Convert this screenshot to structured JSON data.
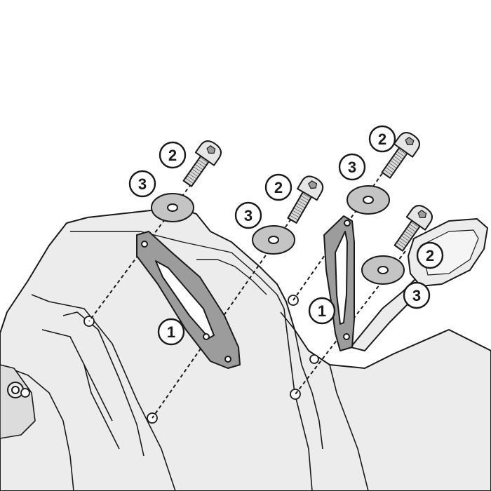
{
  "diagram": {
    "colors": {
      "outline": "#1a1a1a",
      "body": "#ececec",
      "bracket": "#9c9c9c",
      "washer": "#c4c4c4",
      "screw": "#d9d9d9",
      "background": "#ffffff"
    },
    "parts": {
      "bracket": "1",
      "screw": "2",
      "washer": "3"
    },
    "callouts": [
      {
        "id": "bracket-left",
        "label": "1"
      },
      {
        "id": "bracket-right",
        "label": "1"
      },
      {
        "id": "screw-1",
        "label": "2"
      },
      {
        "id": "screw-2",
        "label": "2"
      },
      {
        "id": "screw-3",
        "label": "2"
      },
      {
        "id": "screw-4",
        "label": "2"
      },
      {
        "id": "washer-1",
        "label": "3"
      },
      {
        "id": "washer-2",
        "label": "3"
      },
      {
        "id": "washer-3",
        "label": "3"
      },
      {
        "id": "washer-4",
        "label": "3"
      }
    ]
  }
}
